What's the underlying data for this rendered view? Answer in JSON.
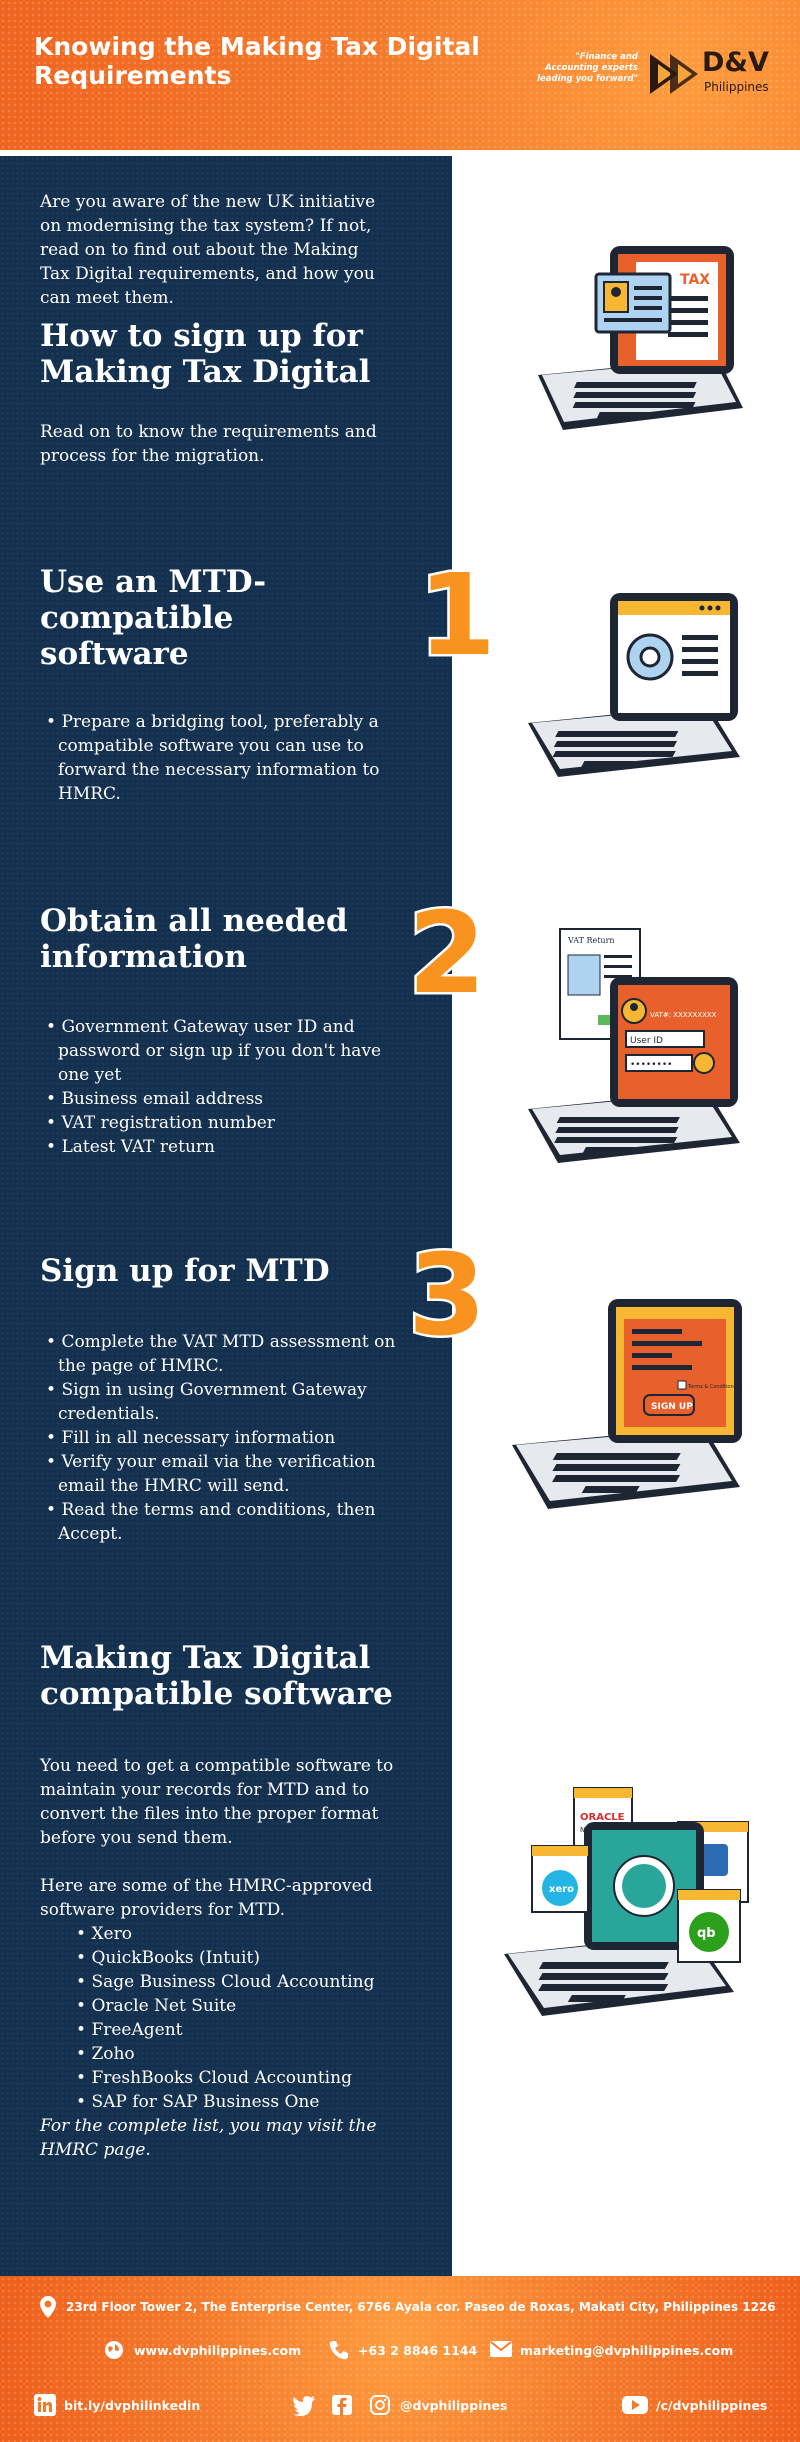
{
  "header": {
    "title": "Knowing the Making Tax Digital Requirements",
    "tagline": "\"Finance and Accounting experts leading you forward\"",
    "logo_text": "D&V",
    "logo_sub": "Philippines"
  },
  "intro": {
    "text": "Are you aware of the new UK initiative on modernising the tax system? If not, read on to find out about the Making Tax Digital requirements, and how you can meet them.",
    "heading": "How to sign up for Making Tax Digital",
    "subtext": "Read on to know the requirements and process for the migration."
  },
  "steps": [
    {
      "number": "1",
      "heading": "Use an MTD-compatible software",
      "bullets": [
        "Prepare a bridging tool, preferably a compatible software you can use to forward the necessary information to HMRC."
      ]
    },
    {
      "number": "2",
      "heading": "Obtain all needed information",
      "bullets": [
        "Government Gateway user ID and password or sign up if you don't have one yet",
        "Business email address",
        "VAT registration number",
        "Latest VAT return"
      ]
    },
    {
      "number": "3",
      "heading": "Sign up for MTD",
      "bullets": [
        "Complete the VAT MTD assessment on the page of HMRC.",
        "Sign in using Government Gateway credentials.",
        "Fill in all necessary information",
        "Verify your email via the verification email the HMRC will send.",
        "Read the terms and conditions, then Accept."
      ]
    }
  ],
  "software": {
    "heading": "Making Tax Digital compatible software",
    "intro": "You need to get a compatible software to maintain your records for MTD and to convert the files into the proper format before you send them.",
    "lead": "Here are some of the HMRC-approved software providers for MTD.",
    "providers": [
      "Xero",
      "QuickBooks (Intuit)",
      "Sage Business Cloud Accounting",
      "Oracle Net Suite",
      "FreeAgent",
      "Zoho",
      "FreshBooks Cloud Accounting",
      "SAP for SAP Business One"
    ],
    "note": "For the complete list, you may visit the HMRC page."
  },
  "illustrations": {
    "tax_label": "TAX",
    "vat_return": "VAT Return",
    "vat_number": "VAT#: XXXXXXXXX",
    "user_id": "User ID",
    "password_mask": "••••••••",
    "terms": "Terms & Conditions",
    "sign_up": "SIGN UP",
    "oracle": "ORACLE",
    "oracle_sub": "NET",
    "xero": "xero",
    "qb": "qb"
  },
  "footer": {
    "address": "23rd Floor Tower 2, The Enterprise Center, 6766 Ayala cor. Paseo de Roxas, Makati City, Philippines 1226",
    "website": "www.dvphilippines.com",
    "phone": "+63 2 8846 1144",
    "email": "marketing@dvphilippines.com",
    "linkedin": "bit.ly/dvphilinkedin",
    "social": "@dvphilippines",
    "youtube": "/c/dvphilippines"
  },
  "colors": {
    "navy": "#14304f",
    "orange": "#f47a2b",
    "accent_yellow": "#f7b733",
    "screen_orange": "#e8612c"
  }
}
